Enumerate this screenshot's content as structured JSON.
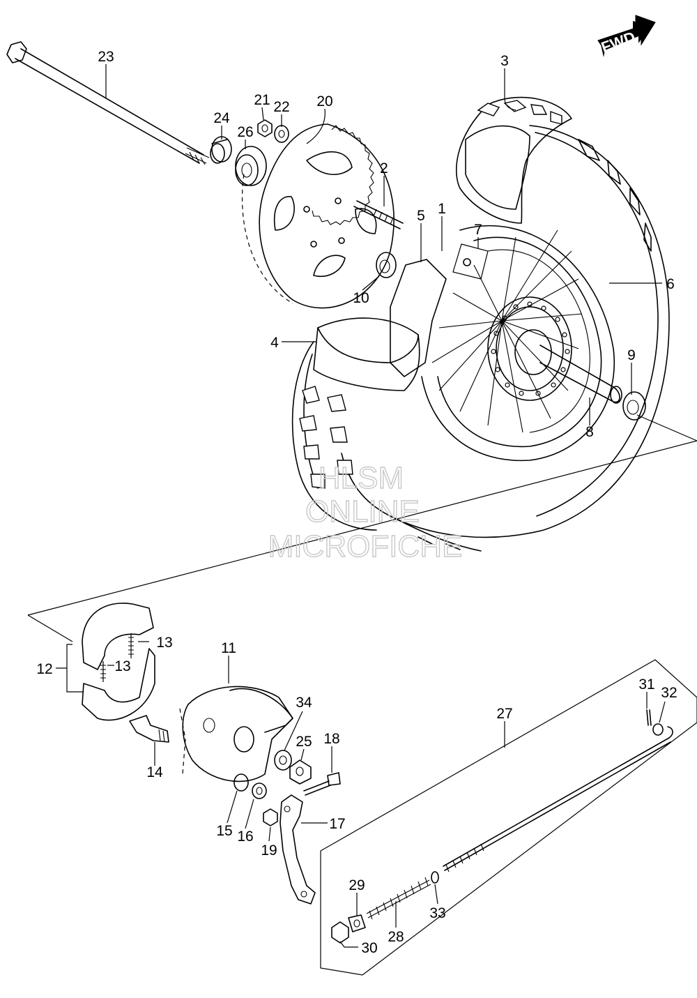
{
  "badge": {
    "fwd_label": "FWD"
  },
  "watermark": {
    "line1": "HLSM",
    "line2": "ONLINE",
    "line3": "MICROFICHE"
  },
  "callouts": [
    {
      "id": "c1",
      "label": "1"
    },
    {
      "id": "c2",
      "label": "2"
    },
    {
      "id": "c3",
      "label": "3"
    },
    {
      "id": "c4",
      "label": "4"
    },
    {
      "id": "c5",
      "label": "5"
    },
    {
      "id": "c6",
      "label": "6"
    },
    {
      "id": "c7",
      "label": "7"
    },
    {
      "id": "c8",
      "label": "8"
    },
    {
      "id": "c9",
      "label": "9"
    },
    {
      "id": "c10",
      "label": "10"
    },
    {
      "id": "c11",
      "label": "11"
    },
    {
      "id": "c12",
      "label": "12"
    },
    {
      "id": "c13a",
      "label": "13"
    },
    {
      "id": "c13b",
      "label": "13"
    },
    {
      "id": "c14",
      "label": "14"
    },
    {
      "id": "c15",
      "label": "15"
    },
    {
      "id": "c16",
      "label": "16"
    },
    {
      "id": "c17",
      "label": "17"
    },
    {
      "id": "c18",
      "label": "18"
    },
    {
      "id": "c19",
      "label": "19"
    },
    {
      "id": "c20",
      "label": "20"
    },
    {
      "id": "c21",
      "label": "21"
    },
    {
      "id": "c22",
      "label": "22"
    },
    {
      "id": "c23",
      "label": "23"
    },
    {
      "id": "c24",
      "label": "24"
    },
    {
      "id": "c25",
      "label": "25"
    },
    {
      "id": "c26",
      "label": "26"
    },
    {
      "id": "c27",
      "label": "27"
    },
    {
      "id": "c28",
      "label": "28"
    },
    {
      "id": "c29",
      "label": "29"
    },
    {
      "id": "c30",
      "label": "30"
    },
    {
      "id": "c31",
      "label": "31"
    },
    {
      "id": "c32",
      "label": "32"
    },
    {
      "id": "c33",
      "label": "33"
    },
    {
      "id": "c34",
      "label": "34"
    }
  ]
}
